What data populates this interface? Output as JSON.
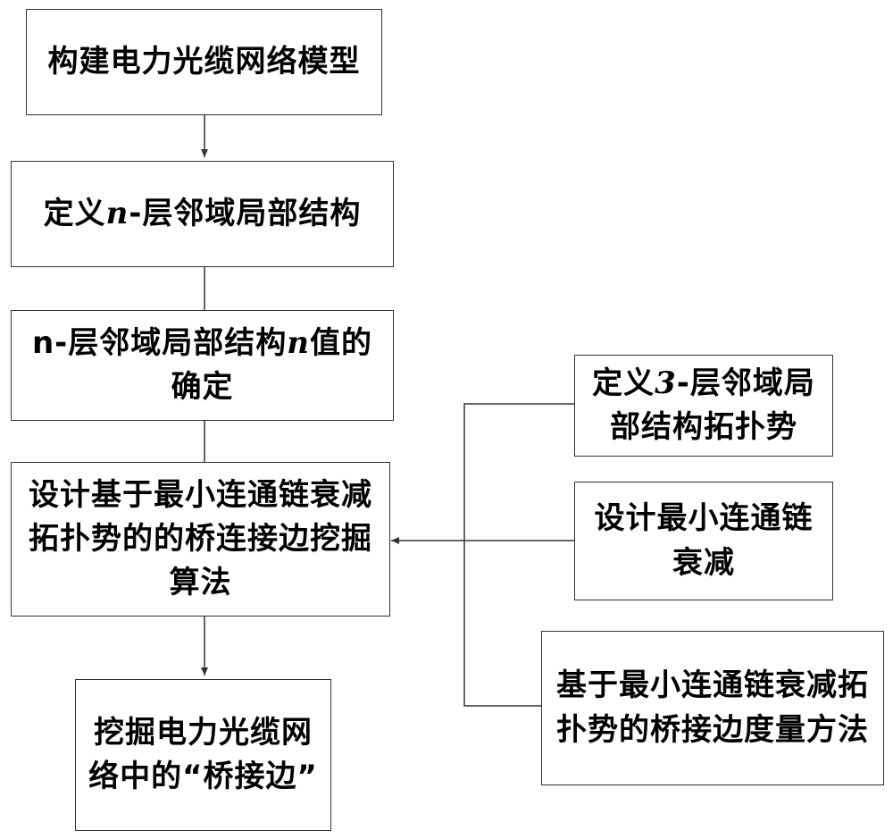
{
  "flowchart": {
    "steps": [
      {
        "text": "构建电力光缆网络模型"
      },
      {
        "pre": "定义",
        "var": "n",
        "post": "-层邻域局部结构"
      },
      {
        "pre": "n-层邻域局部结构",
        "var": "n",
        "post": "值的确定"
      },
      {
        "text": "设计基于最小连通链衰减拓扑势的的桥连接边挖掘算法"
      },
      {
        "text": "挖掘电力光缆网络中的“桥接边”"
      }
    ],
    "side_steps": [
      {
        "pre": "定义",
        "var": "3",
        "post": "-层邻域局部结构拓扑势"
      },
      {
        "text": "设计最小连通链衰减"
      },
      {
        "text": "基于最小连通链衰减拓扑势的桥接边度量方法"
      }
    ]
  }
}
